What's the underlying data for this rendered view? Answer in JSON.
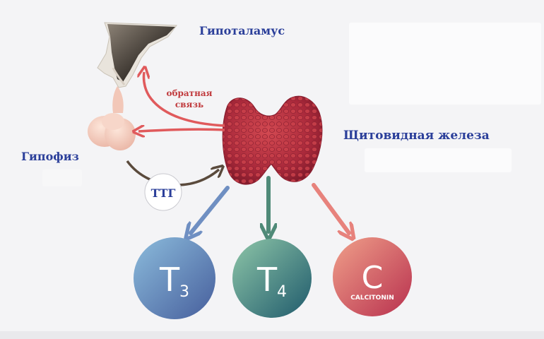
{
  "labels": {
    "hypothalamus": "Гипоталамус",
    "pituitary": "Гипофиз",
    "thyroid": "Щитовидная железа",
    "feedback_line1": "обратная",
    "feedback_line2": "связь",
    "tsh": "ТТГ"
  },
  "hormones": [
    {
      "symbol": "T",
      "sub": "3",
      "caption": "",
      "color_from": "#8cbcdc",
      "color_to": "#465e9c"
    },
    {
      "symbol": "T",
      "sub": "4",
      "caption": "",
      "color_from": "#8ec6a8",
      "color_to": "#1f5a6c"
    },
    {
      "symbol": "C",
      "sub": "",
      "caption": "CALCITONIN",
      "color_from": "#f0a08a",
      "color_to": "#b8304e"
    }
  ],
  "colors": {
    "label_blue": "#2b3f9a",
    "feedback_red": "#e05a5c",
    "arrow_brown": "#5a4a3c",
    "arrow_blue": "#6f8fc2",
    "arrow_green": "#4f8a78",
    "arrow_salmon": "#e7827c",
    "gland_red": "#b8323e"
  }
}
